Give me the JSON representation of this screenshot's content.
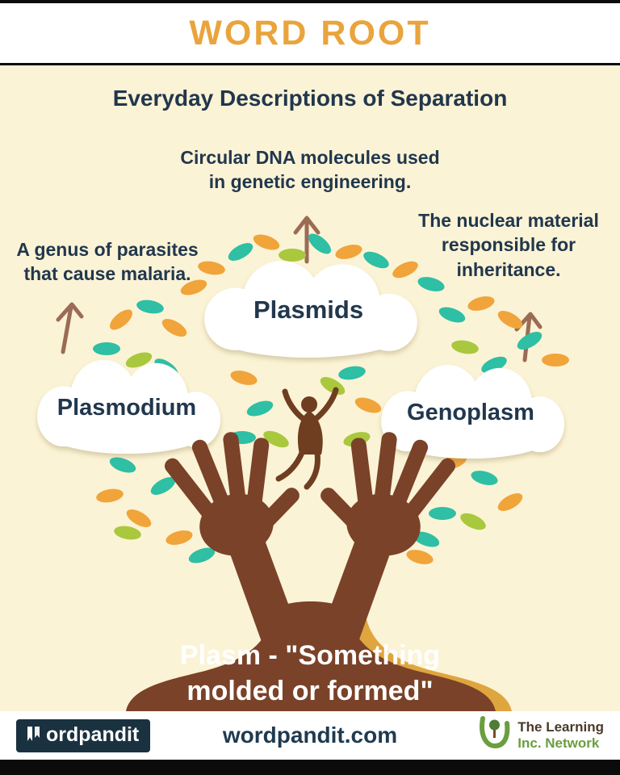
{
  "palette": {
    "background": "#FBF3D5",
    "accent_orange": "#E9A43C",
    "navy_text": "#21374D",
    "trunk_brown": "#7A4228",
    "trunk_gold_accent": "#DFA53E",
    "arrow_brown": "#9C6B55",
    "leaf_orange": "#F0A43A",
    "leaf_teal": "#2EBFA5",
    "leaf_green": "#A9C83E",
    "badge_dark": "#1A3140",
    "network_green": "#6A9E3F"
  },
  "header": {
    "title": "WORD ROOT"
  },
  "subtitle": "Everyday Descriptions of Separation",
  "clouds": [
    {
      "word": "Plasmids",
      "description": "Circular DNA molecules used\nin genetic engineering."
    },
    {
      "word": "Plasmodium",
      "description": "A genus of parasites\nthat cause malaria."
    },
    {
      "word": "Genoplasm",
      "description": "The nuclear material\nresponsible for\ninheritance."
    }
  ],
  "root_phrase": "Plasm - \"Something\nmolded or formed\"",
  "footer": {
    "logo": {
      "icon": "w-bookmark-icon",
      "text": "ordpandit"
    },
    "site": "wordpandit.com",
    "network": {
      "line1": "The Learning",
      "line2": "Inc. Network"
    }
  }
}
